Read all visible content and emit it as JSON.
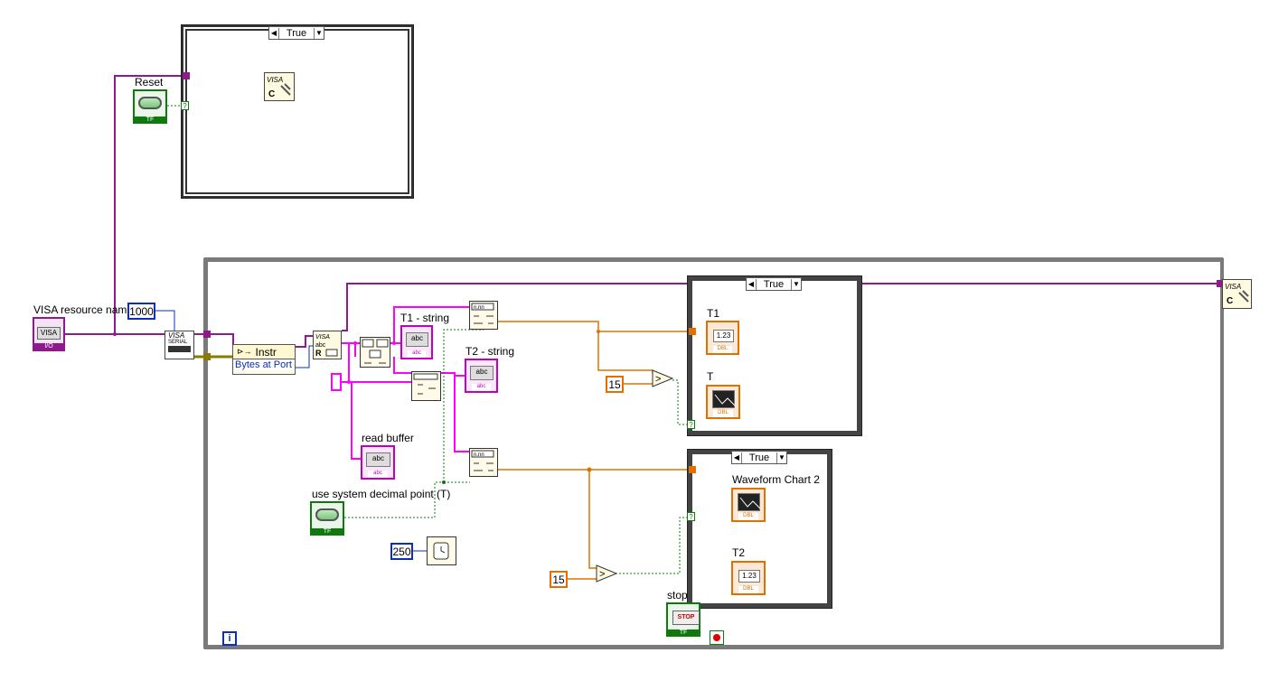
{
  "case_structures": {
    "reset_case": {
      "selector": "True"
    },
    "t1_case": {
      "selector": "True"
    },
    "t2_case": {
      "selector": "True"
    }
  },
  "labels": {
    "reset": "Reset",
    "visa_resource_name": "VISA resource name",
    "t1_string": "T1 - string",
    "t2_string": "T2 - string",
    "read_buffer": "read buffer",
    "use_system_decimal_point": "use system decimal point (T)",
    "t1": "T1",
    "t": "T",
    "waveform_chart_2": "Waveform Chart 2",
    "t2": "T2",
    "stop": "stop"
  },
  "constants": {
    "timeout": "1000",
    "threshold_1": "15",
    "threshold_2": "15",
    "wait_ms": "250"
  },
  "property_node": {
    "class": "Instr",
    "property": "Bytes at Port"
  },
  "terminal_text": {
    "tf": "TF",
    "io": "I/O",
    "visa": "VISA",
    "abc": "abc",
    "num": "1.23",
    "dbl": "DBL",
    "stop_btn": "STOP",
    "iteration": "i",
    "serial": "SERIAL",
    "tunnel_q": "?"
  },
  "colors": {
    "visa_wire": "#8e1a8e",
    "string_wire": "#ff00ff",
    "numeric_wire": "#e07000",
    "boolean_wire": "#0e7a0e",
    "int_wire": "#0b2fb8",
    "error_wire": "#8a7a00"
  }
}
